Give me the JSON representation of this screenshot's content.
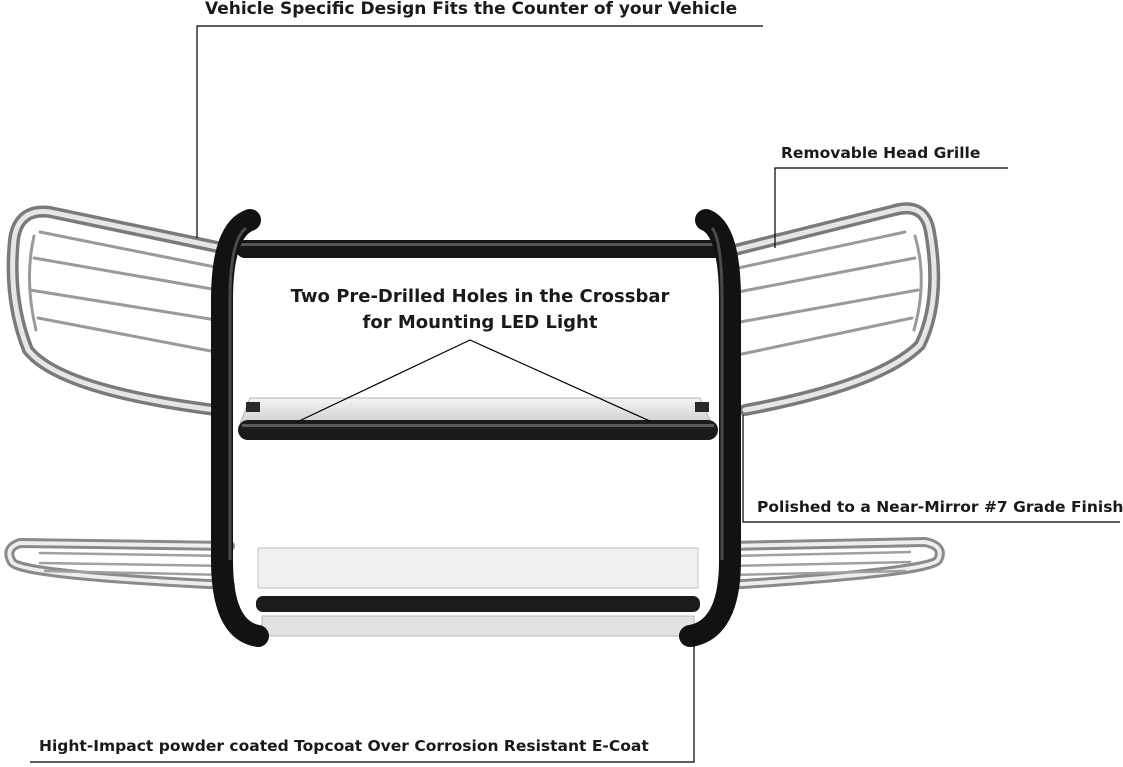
{
  "product": {
    "name": "grille-guard-bull-bar",
    "colors": {
      "powder_coat": "#111111",
      "stainless": "#b8b8b8",
      "leader_line": "#000000"
    }
  },
  "callouts": {
    "top": "Vehicle Specific Design Fits the Counter of your Vehicle",
    "right_upper": "Removable Head Grille",
    "center_line1": "Two Pre-Drilled Holes in the Crossbar",
    "center_line2": "for Mounting LED Light",
    "right_lower": "Polished to a Near-Mirror #7 Grade Finish",
    "bottom": "Hight-Impact powder coated Topcoat Over Corrosion Resistant E-Coat"
  }
}
